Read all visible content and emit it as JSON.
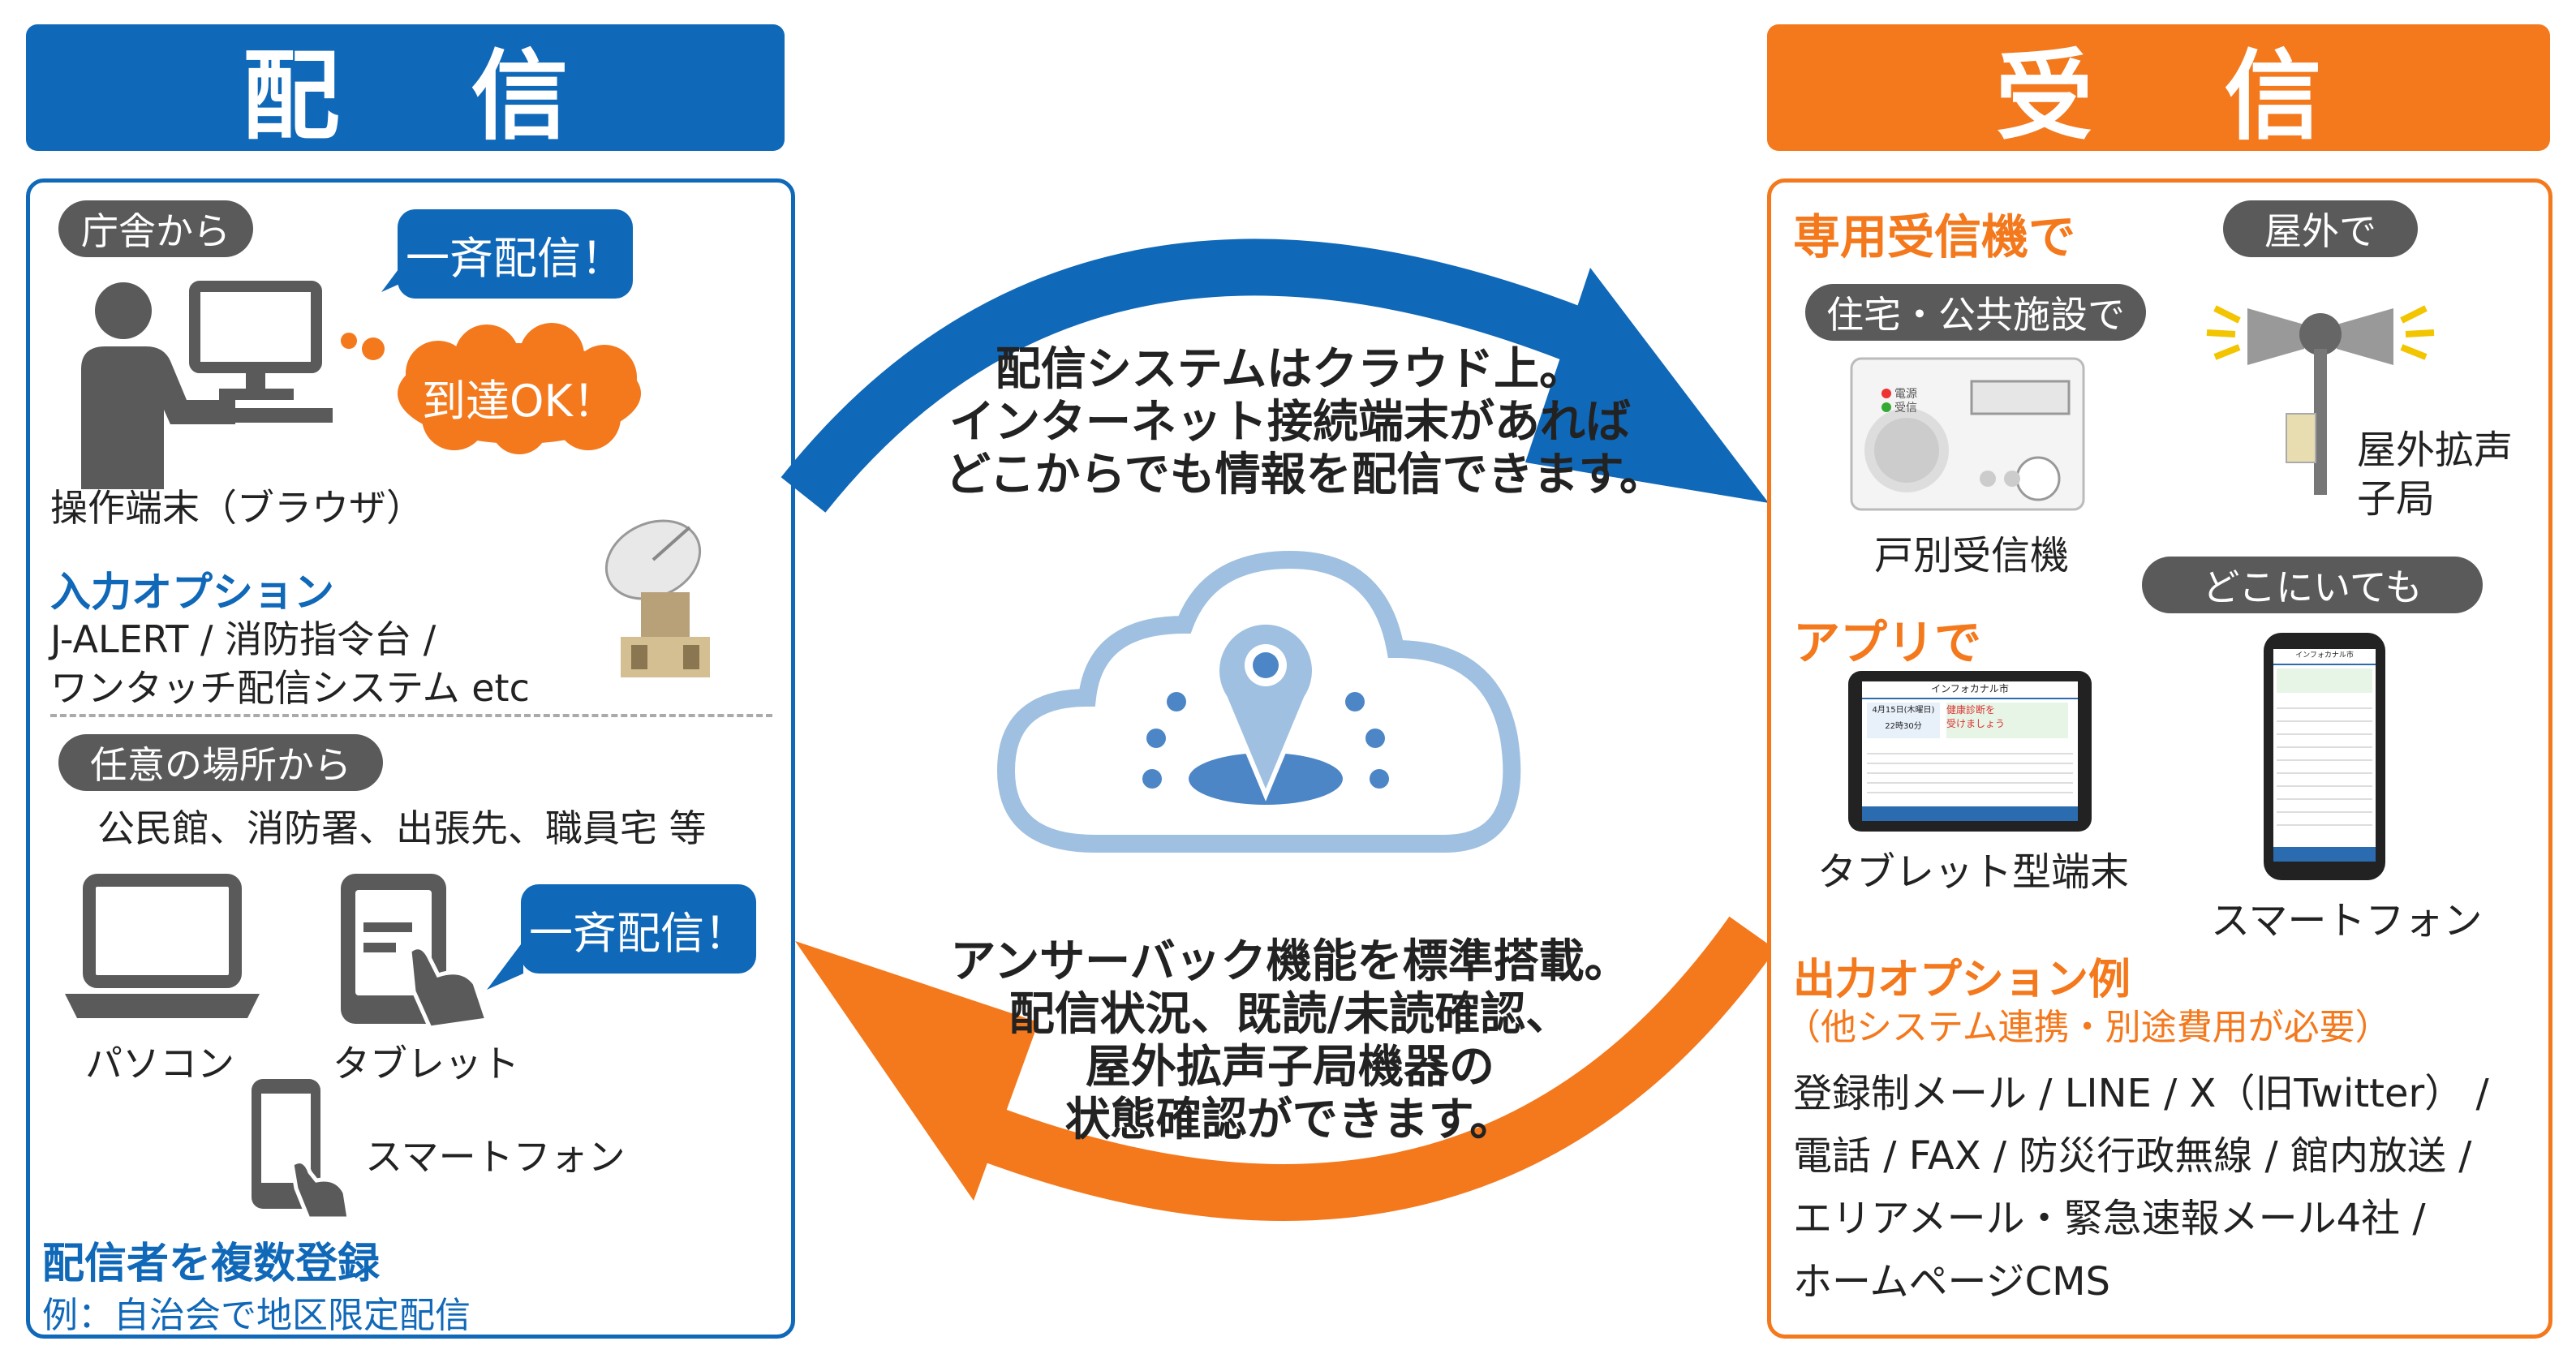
{
  "headers": {
    "send": "配 信",
    "receive": "受 信"
  },
  "left": {
    "office_pill": "庁舎から",
    "bubble_send1": "一斉配信！",
    "bubble_ok": "到達OK！",
    "operator_label": "操作端末（ブラウザ）",
    "input_option_title": "入力オプション",
    "input_option_line1": "J-ALERT / 消防指令台 /",
    "input_option_line2": "ワンタッチ配信システム etc",
    "anywhere_pill": "任意の場所から",
    "places": "公民館、消防署、出張先、職員宅 等",
    "pc_label": "パソコン",
    "tablet_label": "タブレット",
    "bubble_send2": "一斉配信！",
    "phone_label": "スマートフォン",
    "multi_title": "配信者を複数登録",
    "multi_sub": "例：自治会で地区限定配信"
  },
  "center": {
    "top_line1": "配信システムはクラウド上。",
    "top_line2": "インターネット接続端末があれば",
    "top_line3": "どこからでも情報を配信できます。",
    "bottom_line1": "アンサーバック機能を標準搭載。",
    "bottom_line2": "配信状況、既読/未読確認、",
    "bottom_line3": "屋外拡声子局機器の",
    "bottom_line4": "状態確認ができます。"
  },
  "right": {
    "dedicated_title": "専用受信機で",
    "outdoor_pill": "屋外で",
    "home_pill": "住宅・公共施設で",
    "receiver_label": "戸別受信機",
    "speaker_label1": "屋外拡声",
    "speaker_label2": "子局",
    "anywhere_pill": "どこにいても",
    "app_title": "アプリで",
    "tablet_label": "タブレット型端末",
    "phone_label": "スマートフォン",
    "output_title": "出力オプション例",
    "output_sub": "（他システム連携・別途費用が必要）",
    "output_line1": "登録制メール / LINE / X（旧Twitter） /",
    "output_line2": "電話 / FAX / 防災行政無線 / 館内放送 /",
    "output_line3": "エリアメール・緊急速報メール4社 /",
    "output_line4": "ホームページCMS",
    "app_header": "インフォカナル市",
    "app_date": "4月15日(木曜日)",
    "app_time": "22時30分",
    "app_notice": "健康診断を",
    "app_notice2": "受けましょう",
    "receiver_power": "電源",
    "receiver_recv": "受信"
  },
  "colors": {
    "blue": "#1068b8",
    "orange": "#f4781c",
    "gray": "#5a5a5a",
    "cloud": "#9fc0e0"
  }
}
